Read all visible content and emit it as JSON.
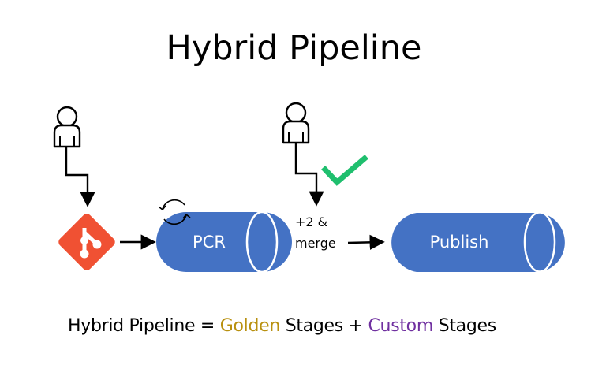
{
  "title": "Hybrid Pipeline",
  "stages": {
    "pcr": {
      "label": "PCR"
    },
    "publish": {
      "label": "Publish"
    }
  },
  "approval_note": {
    "line1": "+2 &",
    "line2": "merge"
  },
  "formula": {
    "prefix": "Hybrid Pipeline = ",
    "golden": "Golden",
    "middle": " Stages + ",
    "custom": "Custom",
    "suffix": " Stages"
  },
  "colors": {
    "cylinder": "#4472c4",
    "git": "#f05133",
    "check": "#1fbf6e",
    "golden": "#b8900f",
    "custom": "#7030a0"
  },
  "icons": [
    "user-icon",
    "git-icon",
    "refresh-icon",
    "checkmark-icon",
    "arrow-icon"
  ]
}
